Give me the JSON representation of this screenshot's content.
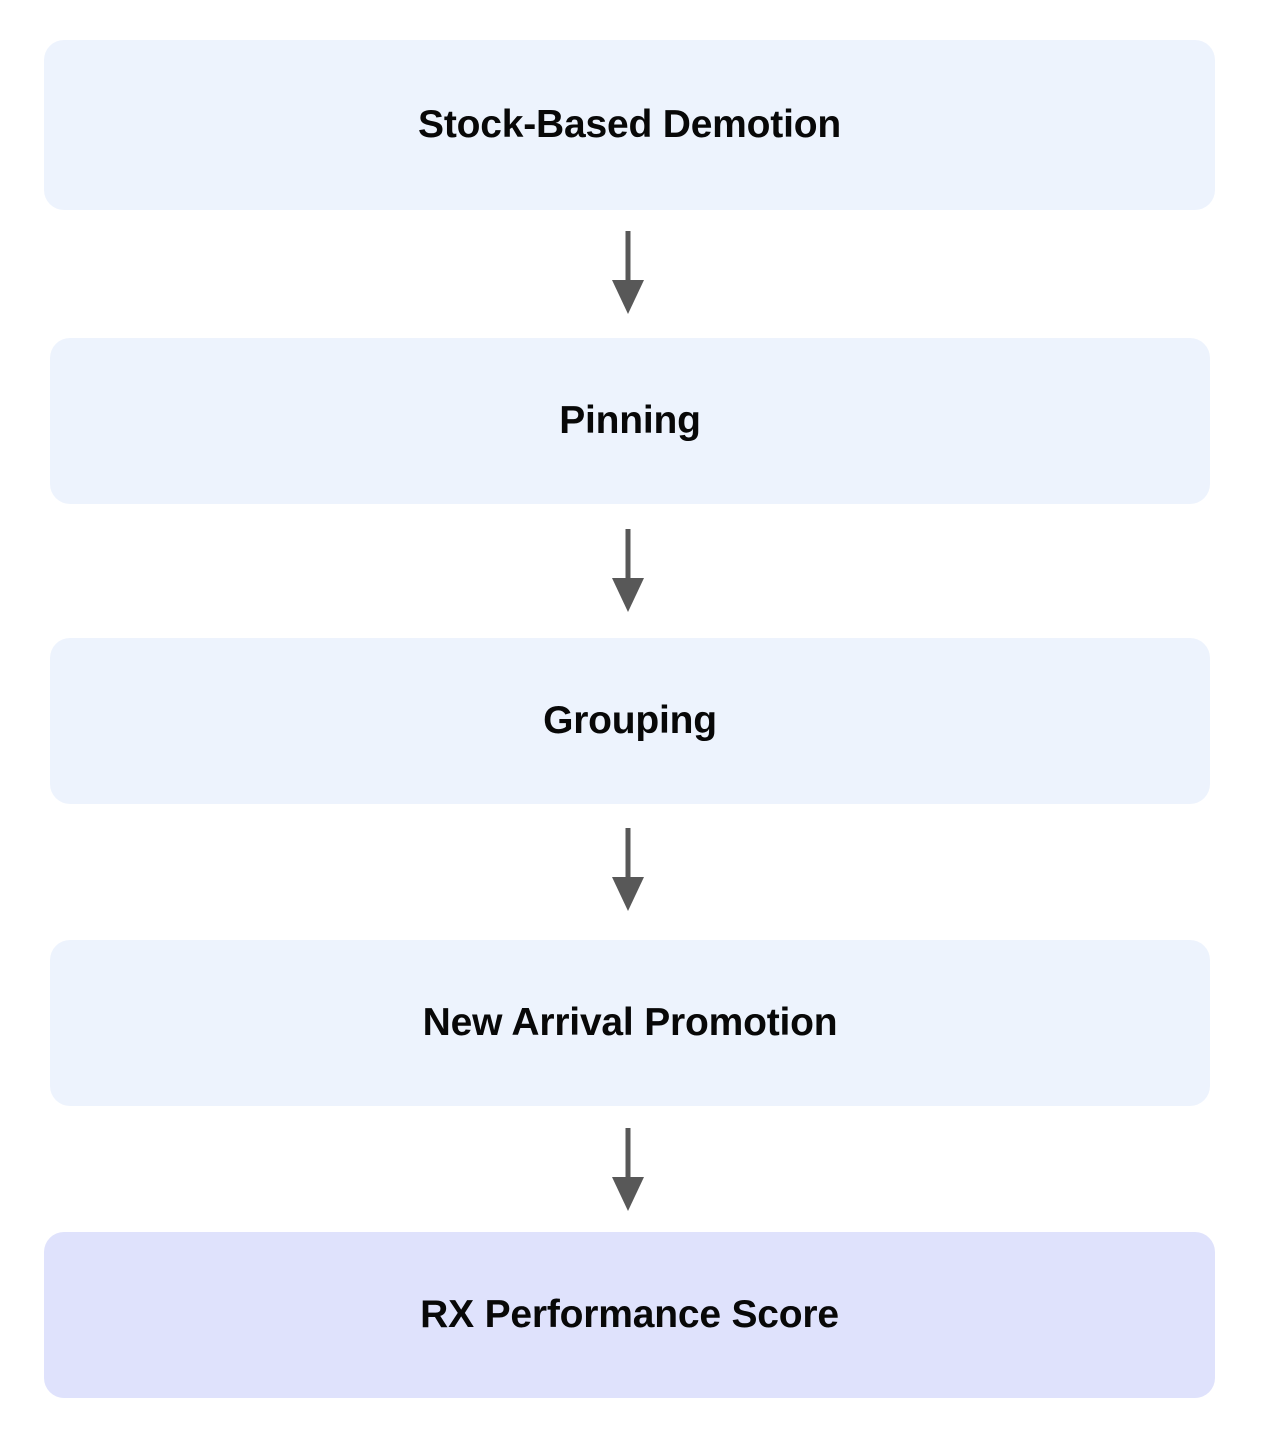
{
  "diagram": {
    "type": "flowchart",
    "orientation": "top-to-bottom",
    "background_color": "#ffffff",
    "nodes": [
      {
        "id": "stock-based-demotion",
        "label": "Stock-Based Demotion",
        "fill": "#edf3fd",
        "text_color": "#080808"
      },
      {
        "id": "pinning",
        "label": "Pinning",
        "fill": "#edf3fd",
        "text_color": "#080808"
      },
      {
        "id": "grouping",
        "label": "Grouping",
        "fill": "#edf3fd",
        "text_color": "#080808"
      },
      {
        "id": "new-arrival-promotion",
        "label": "New Arrival Promotion",
        "fill": "#edf3fd",
        "text_color": "#080808"
      },
      {
        "id": "rx-performance-score",
        "label": "RX Performance Score",
        "fill": "#dfe2fc",
        "text_color": "#080808"
      }
    ],
    "edges": [
      {
        "id": "edge-0",
        "from": "stock-based-demotion",
        "to": "pinning",
        "color": "#585858",
        "marker": "arrow-down"
      },
      {
        "id": "edge-1",
        "from": "pinning",
        "to": "grouping",
        "color": "#585858",
        "marker": "arrow-down"
      },
      {
        "id": "edge-2",
        "from": "grouping",
        "to": "new-arrival-promotion",
        "color": "#585858",
        "marker": "arrow-down"
      },
      {
        "id": "edge-3",
        "from": "new-arrival-promotion",
        "to": "rx-performance-score",
        "color": "#585858",
        "marker": "arrow-down"
      }
    ]
  }
}
